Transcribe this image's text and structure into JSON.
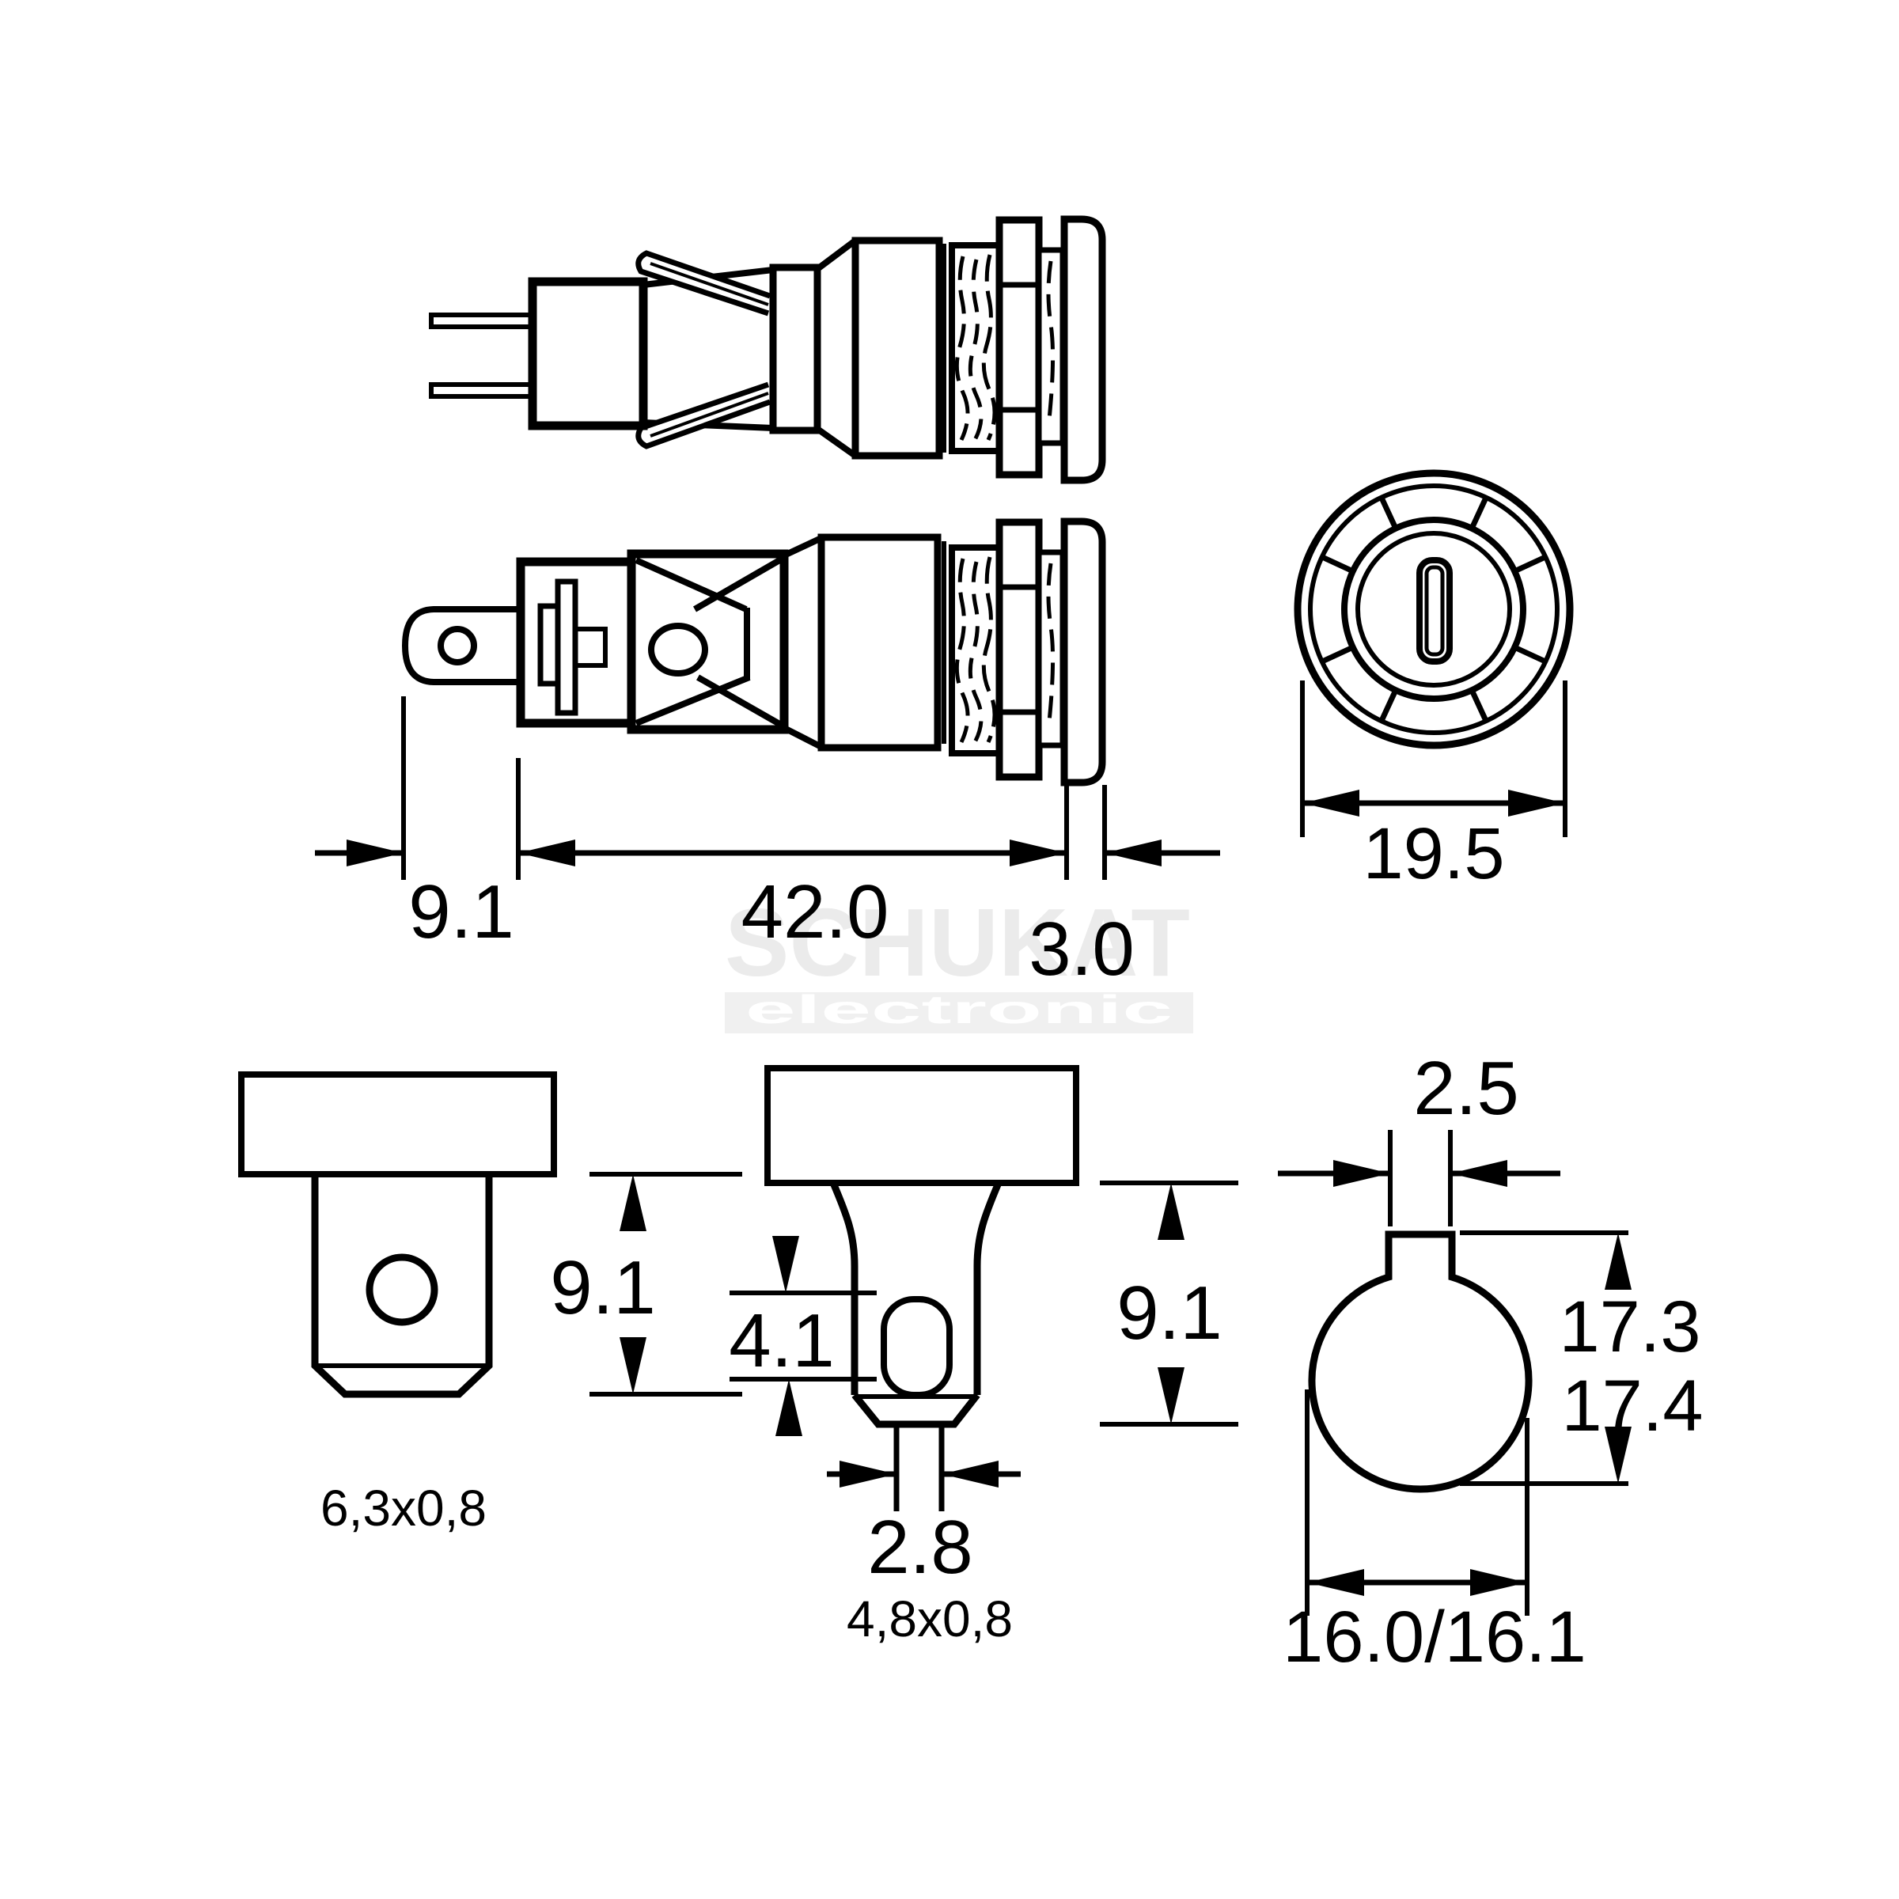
{
  "palette": {
    "ink": "#000000",
    "paper": "#ffffff",
    "watermark_brand_color": "#ebebeb",
    "watermark_band_color": "#f0f0f0",
    "watermark_sub_color": "#ffffff"
  },
  "side_view": {
    "lead_offset": "9.1",
    "body_length": "42.0",
    "panel_thickness": "3.0"
  },
  "front_view": {
    "diameter": "19.5"
  },
  "terminal_large": {
    "height": "9.1",
    "size": "6,3x0,8"
  },
  "terminal_small": {
    "hole_height": "4.1",
    "height": "9.1",
    "tip_width": "2.8",
    "size": "4,8x0,8"
  },
  "cutout_view": {
    "key_width": "2.5",
    "height_min": "17.3",
    "height_max": "17.4",
    "diameter": "16.0/16.1"
  },
  "watermark": {
    "brand": "SCHUKAT",
    "subtitle": "electronic"
  }
}
